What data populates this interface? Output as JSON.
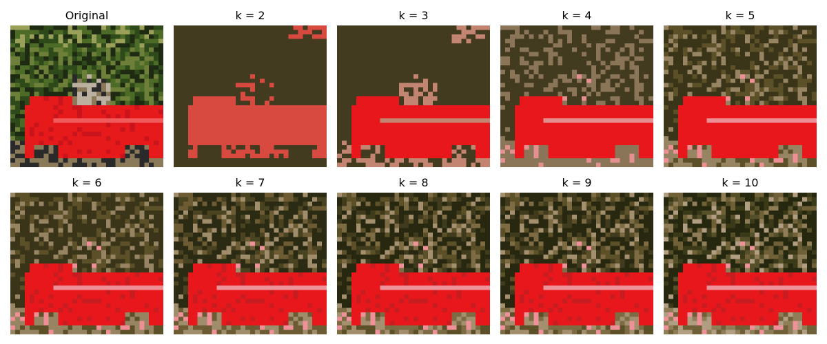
{
  "figure": {
    "panels": [
      {
        "title": "Original",
        "k": 0
      },
      {
        "title": "k = 2",
        "k": 2
      },
      {
        "title": "k = 3",
        "k": 3
      },
      {
        "title": "k = 4",
        "k": 4
      },
      {
        "title": "k = 5",
        "k": 5
      },
      {
        "title": "k = 6",
        "k": 6
      },
      {
        "title": "k = 7",
        "k": 7
      },
      {
        "title": "k = 8",
        "k": 8
      },
      {
        "title": "k = 9",
        "k": 9
      },
      {
        "title": "k = 10",
        "k": 10
      }
    ]
  },
  "palettes": {
    "2": [
      "#433b1f",
      "#d84a40"
    ],
    "3": [
      "#433b1f",
      "#c48472",
      "#e8171c"
    ],
    "4": [
      "#433b1f",
      "#8b7559",
      "#e59090",
      "#e8171c"
    ],
    "5": [
      "#3a3519",
      "#5c5028",
      "#968462",
      "#ee8f95",
      "#e8171c"
    ],
    "6": [
      "#3a3519",
      "#5c5028",
      "#968462",
      "#ee8f95",
      "#e8171c",
      "#c71d20"
    ],
    "7": [
      "#2b2a12",
      "#4a4321",
      "#6d5c33",
      "#a08d6c",
      "#ef9199",
      "#e8171c",
      "#c71d20"
    ],
    "8": [
      "#282811",
      "#3f3b1c",
      "#5c5028",
      "#7d6b44",
      "#a48f6f",
      "#ef9199",
      "#e8171c",
      "#c71d20"
    ],
    "9": [
      "#282811",
      "#3f3b1c",
      "#5c5028",
      "#7d6b44",
      "#a48f6f",
      "#ef9199",
      "#e8171c",
      "#c71d20",
      "#d9868a"
    ],
    "10": [
      "#25280f",
      "#3a3a18",
      "#55502a",
      "#6f6038",
      "#8f7d58",
      "#b09d82",
      "#ef9199",
      "#e8171c",
      "#c71d20",
      "#d9868a"
    ]
  },
  "original_palette": [
    "#1f2a12",
    "#2f4a1a",
    "#4c6b26",
    "#6e7f3a",
    "#9aa05a",
    "#8a7a5a",
    "#bcb0a0",
    "#e61a1a",
    "#c8141a",
    "#f05a5a",
    "#2a2a2a",
    "#dcdcdc"
  ]
}
